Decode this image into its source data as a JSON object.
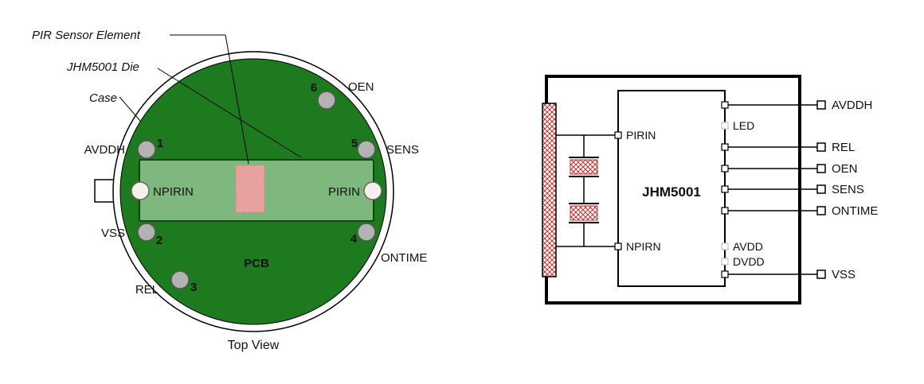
{
  "left_diagram": {
    "callout_pir": "PIR Sensor Element",
    "callout_die": "JHM5001 Die",
    "callout_case": "Case",
    "pins": {
      "avddh": "AVDDH",
      "npirin": "NPIRIN",
      "vss": "VSS",
      "rel": "REL",
      "pirin": "PIRIN",
      "ontime": "ONTIME",
      "sens": "SENS",
      "oen": "OEN"
    },
    "pad_numbers": {
      "p1": "1",
      "p2": "2",
      "p3": "3",
      "p4": "4",
      "p5": "5",
      "p6": "6"
    },
    "pcb_label": "PCB",
    "caption": "Top View"
  },
  "right_diagram": {
    "chip_label": "JHM5001",
    "chip_pins": {
      "pirin": "PIRIN",
      "npirn": "NPIRN"
    },
    "inactive_pins": {
      "led": "LED",
      "avdd": "AVDD",
      "dvdd": "DVDD"
    },
    "external_pins": {
      "avddh": "AVDDH",
      "rel": "REL",
      "oen": "OEN",
      "sens": "SENS",
      "ontime": "ONTIME",
      "vss": "VSS"
    }
  },
  "colors": {
    "pcb_green": "#1e7a1e",
    "die_green": "#7fb87f",
    "pir_pink": "#e7a19e",
    "hatch_red": "#bb3333",
    "inactive_gray": "#c9c9c9",
    "pad_gray": "#b3b3b3"
  }
}
